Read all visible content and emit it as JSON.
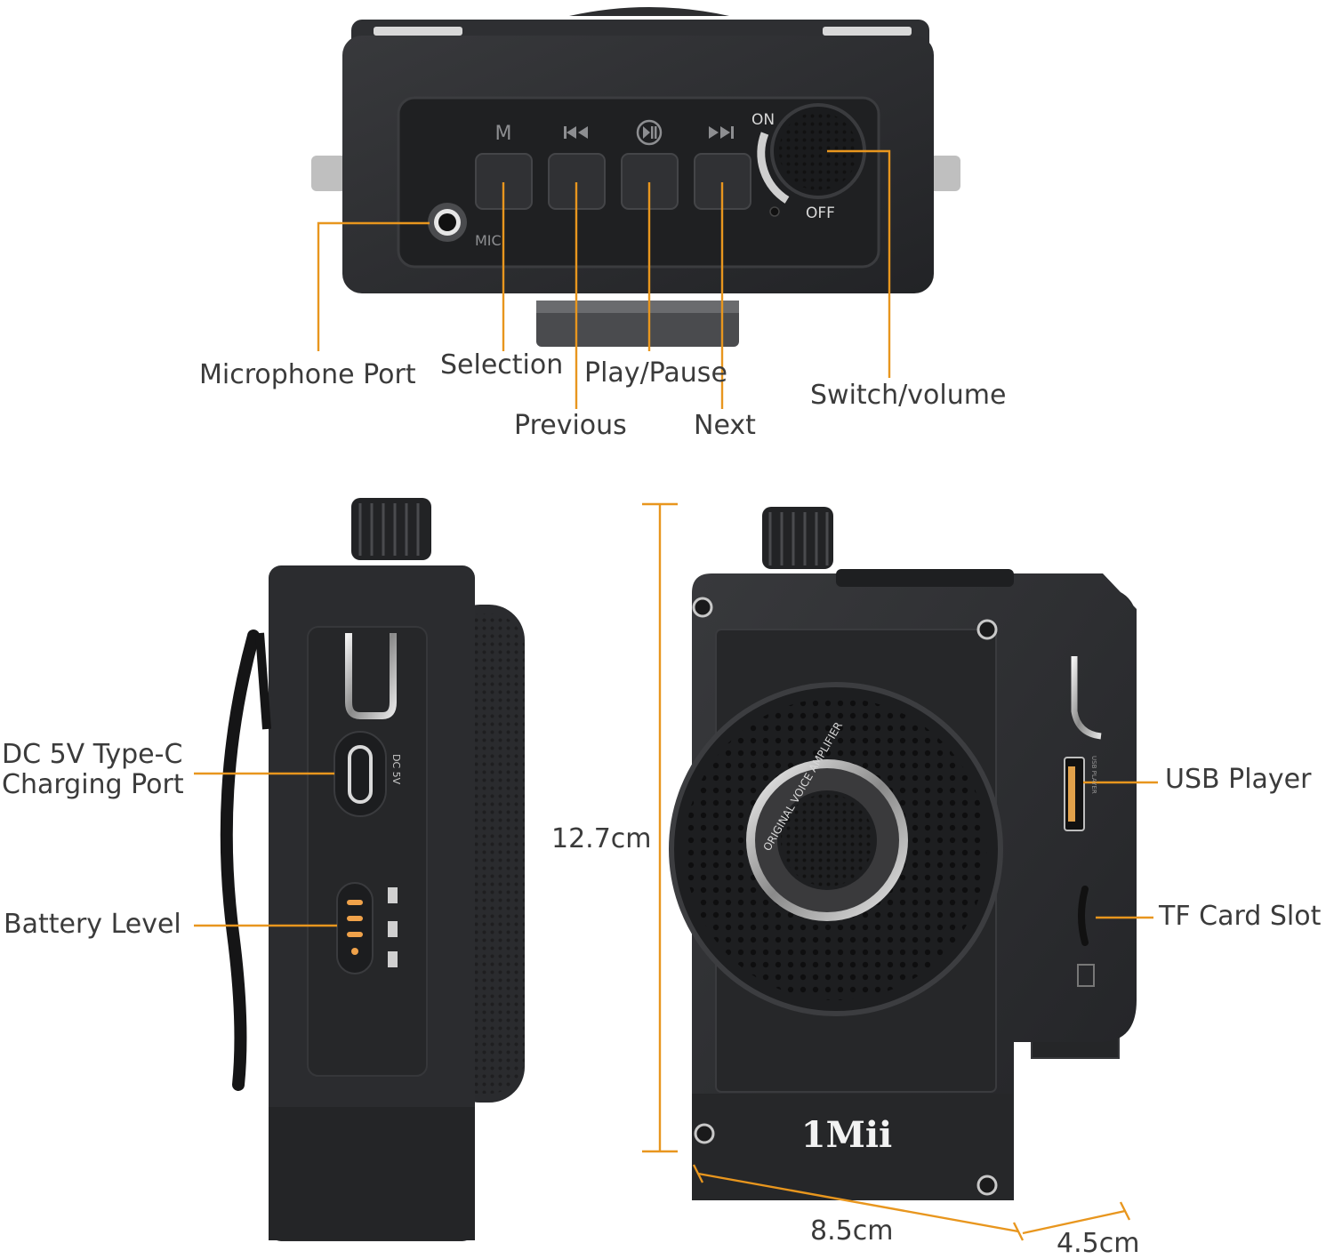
{
  "device_markings": {
    "mode_button": "M",
    "mic_jack": "MIC",
    "power_on": "ON",
    "power_off": "OFF",
    "charge_port": "DC 5V",
    "grille_ring": "ORIGINAL VOICE AMPLIFIER",
    "usb_port": "USB PLAYER",
    "brand": "1Mii"
  },
  "callouts": {
    "microphone_port": "Microphone Port",
    "selection": "Selection",
    "play_pause": "Play/Pause",
    "switch_volume": "Switch/volume",
    "previous": "Previous",
    "next": "Next",
    "dc_charging_line1": "DC 5V Type-C",
    "dc_charging_line2": "Charging Port",
    "battery_level": "Battery Level",
    "usb_player": "USB Player",
    "tf_card_slot": "TF Card Slot"
  },
  "dimensions": {
    "height": "12.7cm",
    "width": "8.5cm",
    "depth": "4.5cm"
  },
  "colors": {
    "leader_line": "#e8961e",
    "device_body": "#2a2b2d",
    "label_text": "#3b3b3b"
  }
}
